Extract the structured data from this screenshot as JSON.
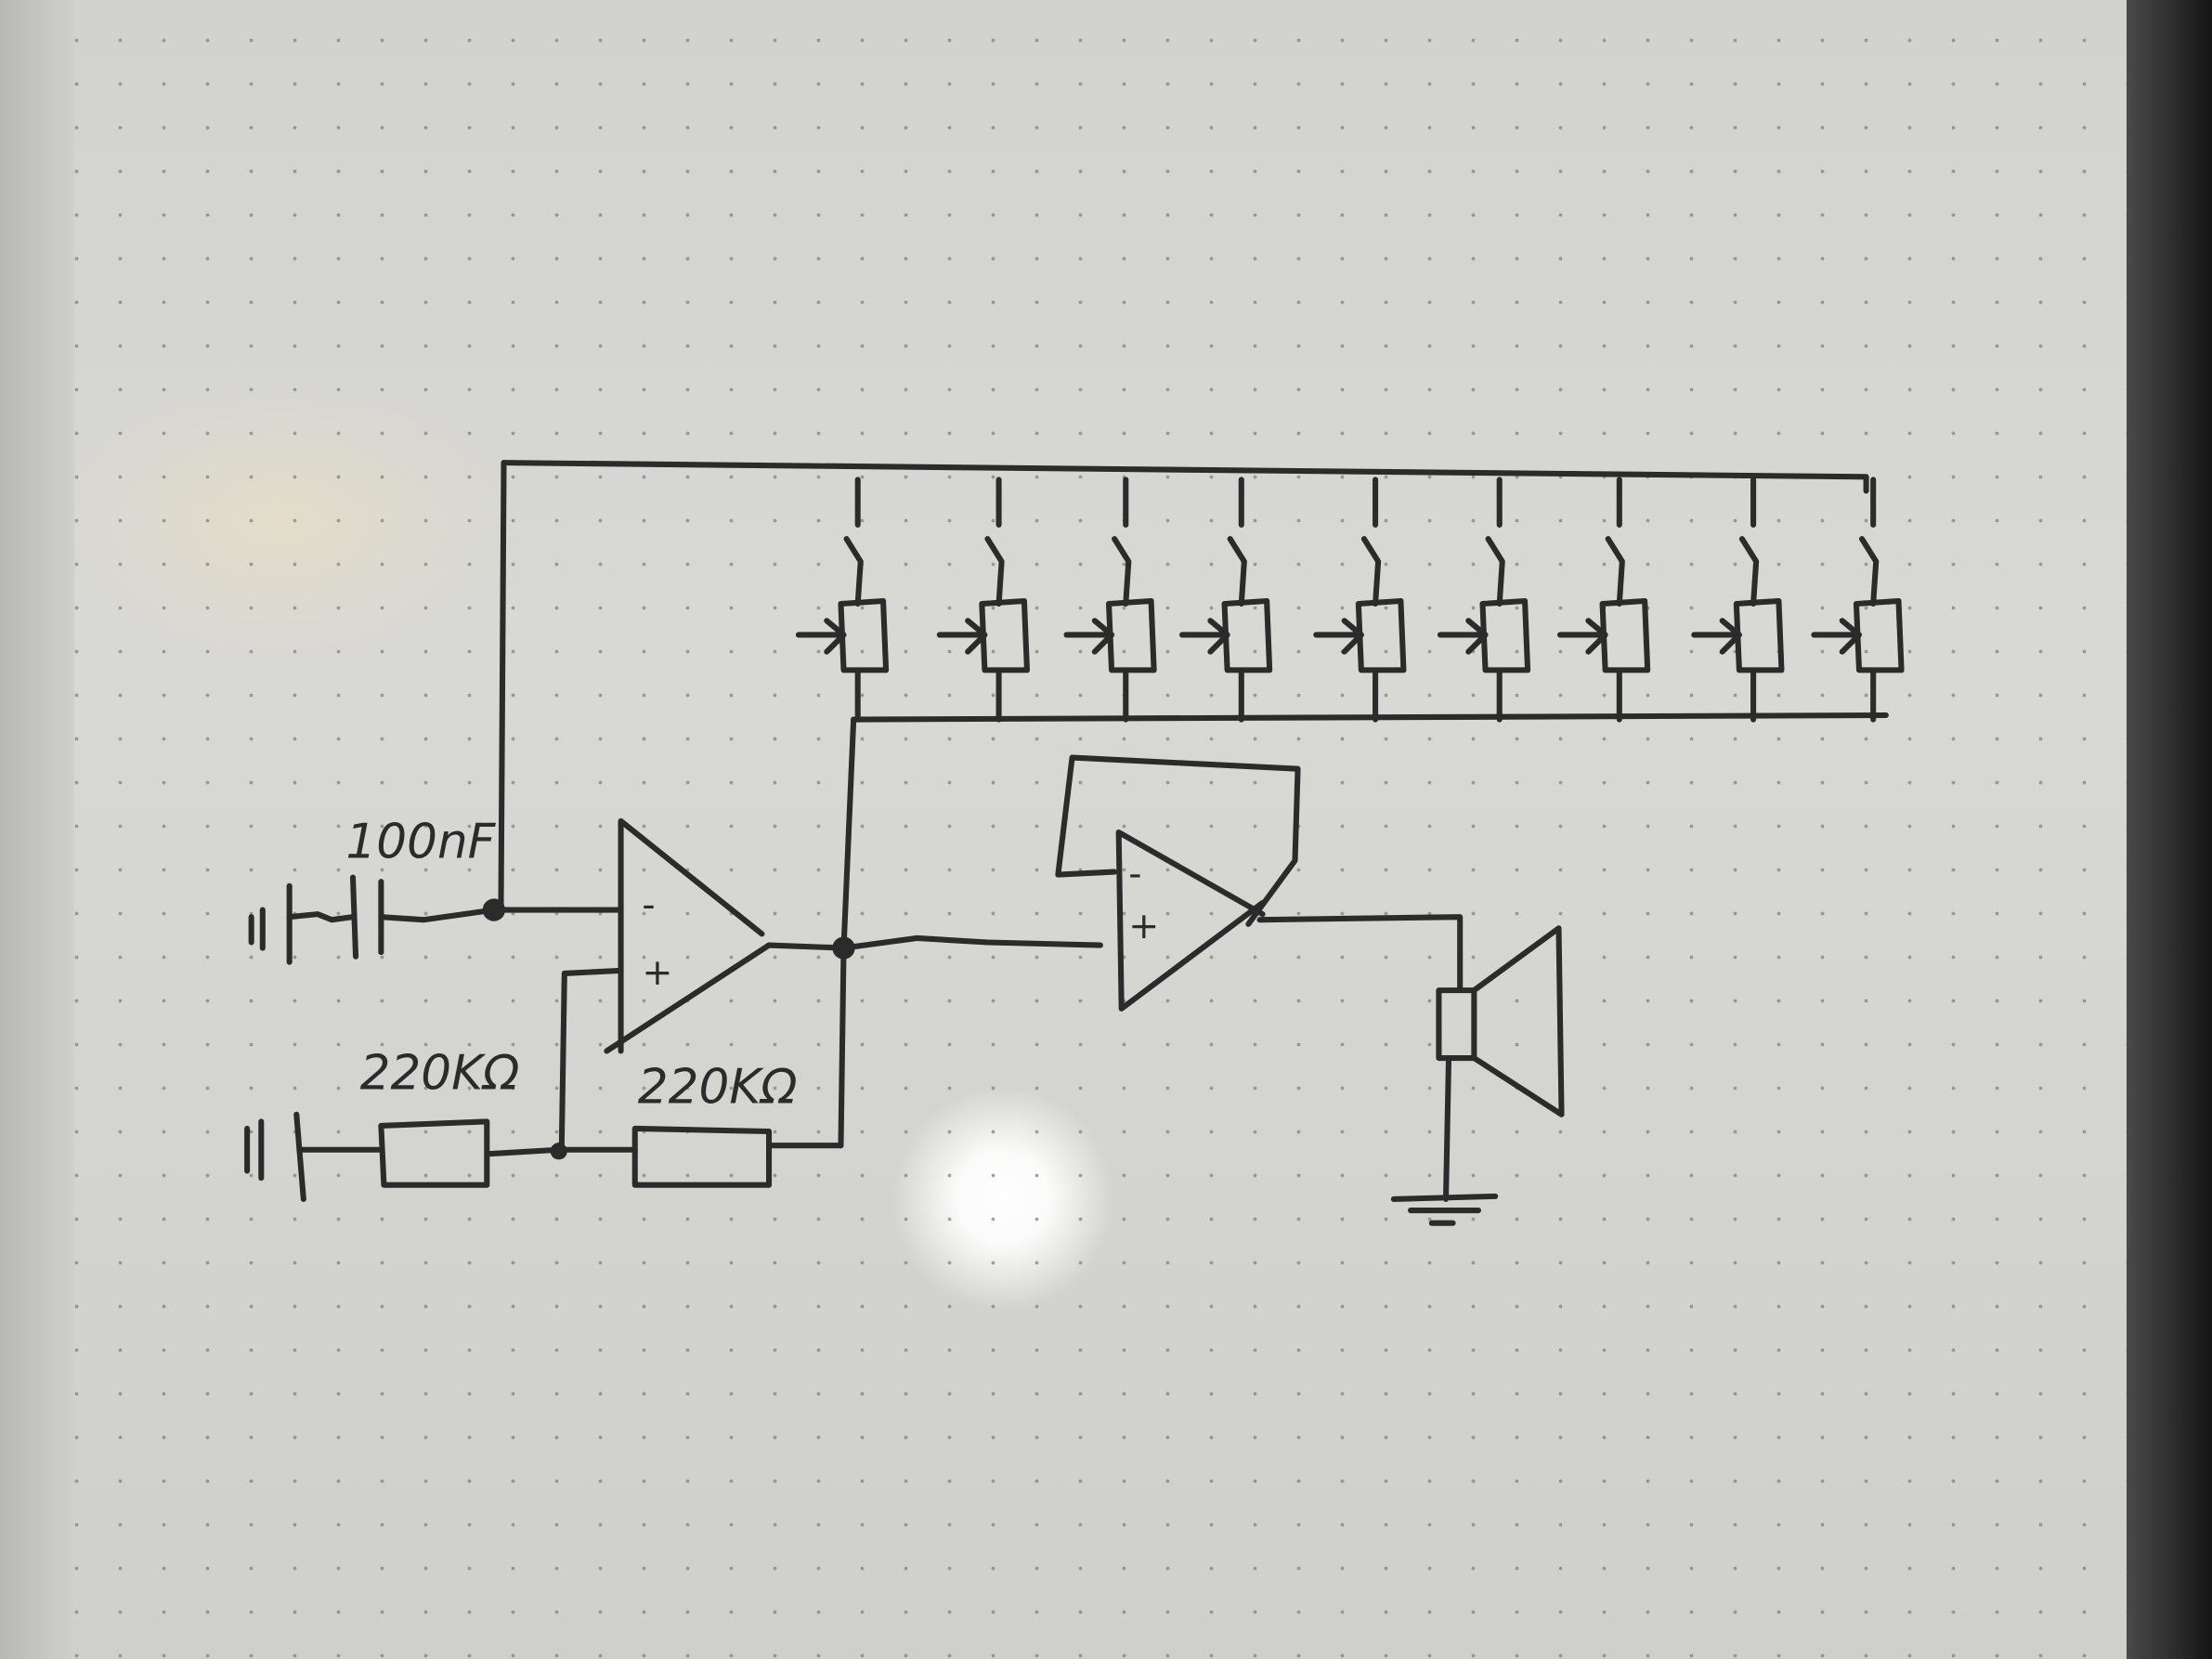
{
  "diagram": {
    "capacitor_label": "100nF",
    "resistor_input_label": "220KΩ",
    "resistor_feedback_label": "220KΩ",
    "opamp1": {
      "minus": "-",
      "plus": "+"
    },
    "opamp2": {
      "minus": "-",
      "plus": "+"
    },
    "potentiometer_count": 9,
    "ink_color": "#2b2b2b"
  }
}
